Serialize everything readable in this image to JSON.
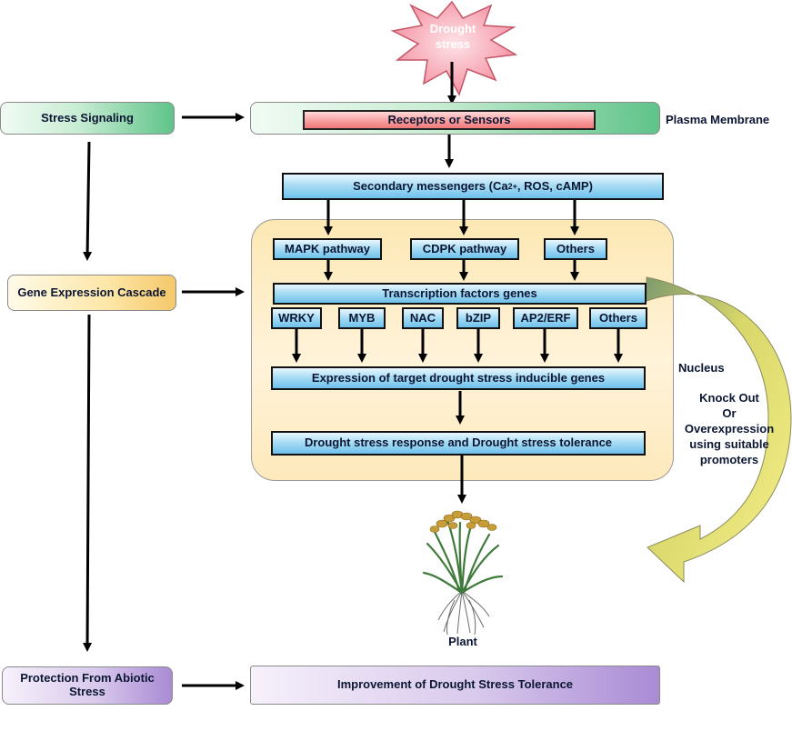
{
  "stress_input": "Drought stress",
  "side_column": {
    "stress_signaling": "Stress Signaling",
    "gene_expression_cascade": "Gene Expression Cascade",
    "protection": "Protection From Abiotic Stress"
  },
  "membrane": {
    "receptors": "Receptors or Sensors",
    "label": "Plasma Membrane"
  },
  "secondary_messengers": {
    "prefix": "Secondary messengers (Ca",
    "superscript": "2+",
    "suffix": ", ROS, cAMP)"
  },
  "pathways": [
    "MAPK pathway",
    "CDPK pathway",
    "Others"
  ],
  "transcription_factors": {
    "title": "Transcription factors genes",
    "families": [
      "WRKY",
      "MYB",
      "NAC",
      "bZIP",
      "AP2/ERF",
      "Others"
    ]
  },
  "target_expression": "Expression of target drought stress inducible genes",
  "response": "Drought stress response and Drought stress tolerance",
  "nucleus_label": "Nucleus",
  "engineering_note": [
    "Knock Out",
    "Or",
    "Overexpression",
    "using suitable",
    "promoters"
  ],
  "plant_label": "Plant",
  "improvement": "Improvement of Drought Stress Tolerance",
  "colors": {
    "blue_box": "#6ec1ec",
    "green_box": "#5fc489",
    "orange_box": "#f5c86a",
    "purple_box": "#a98bd4",
    "receptor_red": "#f07a7a",
    "starburst": "#f7a6b3",
    "curved_arrow": "#f2ec6a"
  }
}
